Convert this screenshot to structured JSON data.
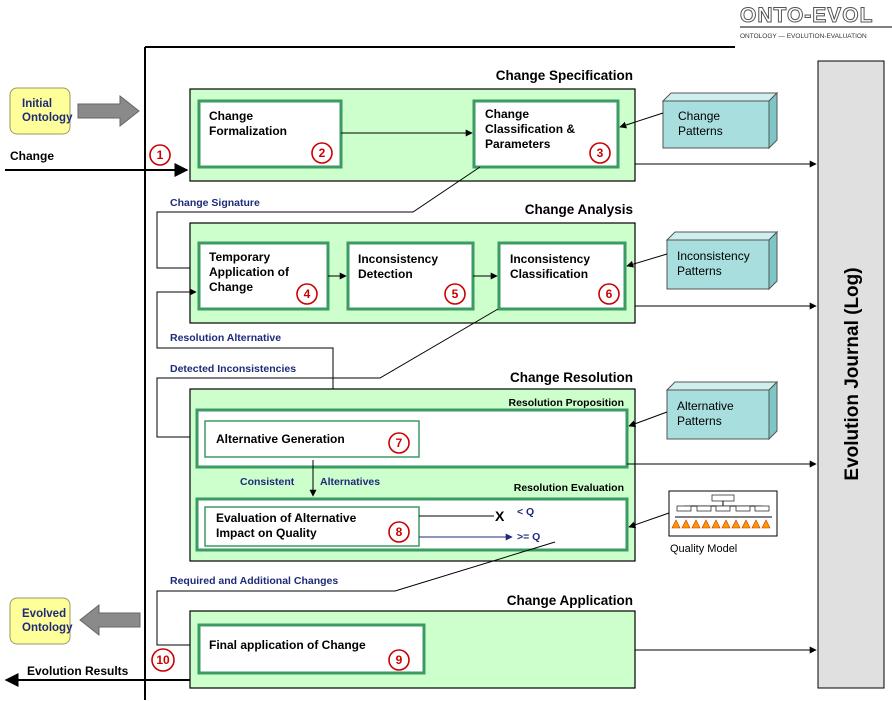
{
  "logo": {
    "title": "ONTO-EVOL",
    "subtitle": "ONTOLOGY — EVOLUTION-EVALUATION"
  },
  "inputs": {
    "initial": "Initial Ontology",
    "change": "Change",
    "evolved": "Evolved Ontology",
    "results": "Evolution Results"
  },
  "journal": "Evolution Journal (Log)",
  "phases": [
    {
      "title": "Change Specification"
    },
    {
      "title": "Change Analysis"
    },
    {
      "title": "Change Resolution",
      "sub1": "Resolution Proposition",
      "sub2": "Resolution Evaluation"
    },
    {
      "title": "Change Application"
    }
  ],
  "steps": [
    {
      "n": "2",
      "lines": [
        "Change",
        "Formalization"
      ]
    },
    {
      "n": "3",
      "lines": [
        "Change",
        "Classification &",
        "Parameters"
      ]
    },
    {
      "n": "4",
      "lines": [
        "Temporary",
        "Application of",
        "Change"
      ]
    },
    {
      "n": "5",
      "lines": [
        "Inconsistency",
        "Detection"
      ]
    },
    {
      "n": "6",
      "lines": [
        "Inconsistency",
        "Classification"
      ]
    },
    {
      "n": "7",
      "lines": [
        "Alternative Generation"
      ]
    },
    {
      "n": "8",
      "lines": [
        "Evaluation of Alternative",
        "Impact on Quality"
      ]
    },
    {
      "n": "9",
      "lines": [
        "Final application of Change"
      ]
    }
  ],
  "step_numbers": {
    "first": "1",
    "last": "10"
  },
  "patterns": [
    {
      "lines": [
        "Change",
        "Patterns"
      ]
    },
    {
      "lines": [
        "Inconsistency",
        "Patterns"
      ]
    },
    {
      "lines": [
        "Alternative",
        "Patterns"
      ]
    }
  ],
  "quality_model": "Quality Model",
  "flows": {
    "change_signature": "Change Signature",
    "resolution_alternative": "Resolution Alternative",
    "detected_inconsistencies": "Detected Inconsistencies",
    "consistent": "Consistent",
    "alternatives": "Alternatives",
    "required_changes": "Required and Additional Changes",
    "reject_mark": "X",
    "lt_q": "< Q",
    "ge_q": ">= Q"
  }
}
